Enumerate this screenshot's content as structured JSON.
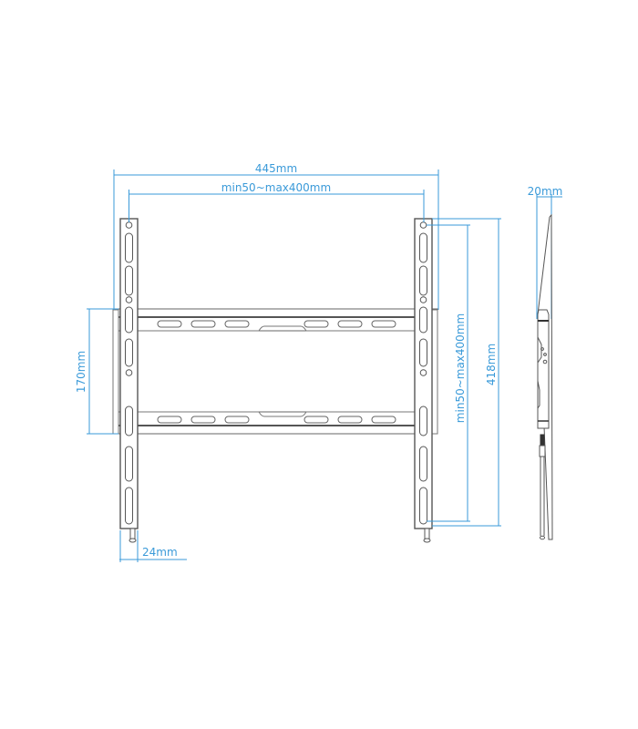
{
  "diagram": {
    "type": "technical-dimension-drawing",
    "subject": "TV wall mount bracket (front and side view)",
    "colors": {
      "dimension_line": "#3a9ad9",
      "outline": "#555555",
      "fill": "#ffffff"
    },
    "dimensions": {
      "overall_width": "445mm",
      "vesa_horizontal": "min50~max400mm",
      "vesa_vertical": "min50~max400mm",
      "overall_height": "418mm",
      "wall_plate_height": "170mm",
      "arm_width": "24mm",
      "depth": "20mm"
    },
    "views": [
      {
        "name": "front-view",
        "elements": [
          "left-vertical-arm",
          "right-vertical-arm",
          "top-wall-rail",
          "bottom-wall-rail"
        ]
      },
      {
        "name": "side-view",
        "elements": [
          "side-profile-arm",
          "wall-plate-hook",
          "safety-lock-bar"
        ]
      }
    ]
  }
}
